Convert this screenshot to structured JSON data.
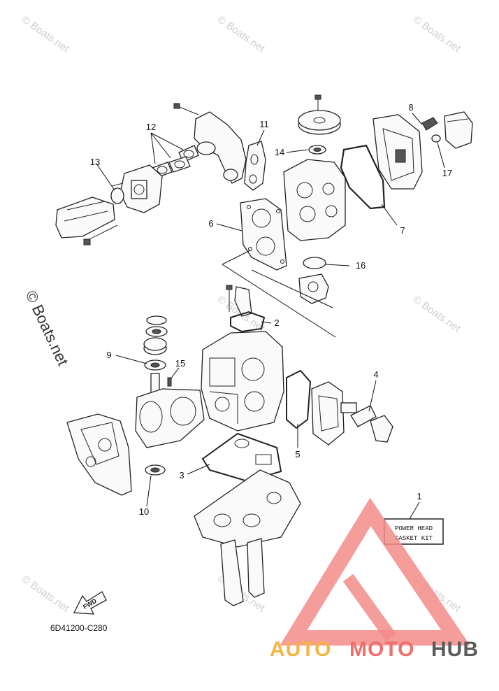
{
  "watermark": {
    "text": "© Boats.net"
  },
  "diagram": {
    "drawing_code": "6D41200-C280",
    "fwd_label": "FWD",
    "kit_label_line1": "POWER HEAD",
    "kit_label_line2": "GASKET KIT",
    "callouts": [
      "1",
      "2",
      "3",
      "4",
      "5",
      "6",
      "7",
      "8",
      "9",
      "10",
      "11",
      "12",
      "13",
      "14",
      "15",
      "16",
      "17"
    ]
  },
  "logo": {
    "part1": "AUTO",
    "part2": "MOTO",
    "part3": "HUB",
    "colors": {
      "auto": "#f4b544",
      "moto": "#ee6f6c",
      "hub": "#5b5b5b",
      "triangle": "#f28c8a"
    }
  }
}
